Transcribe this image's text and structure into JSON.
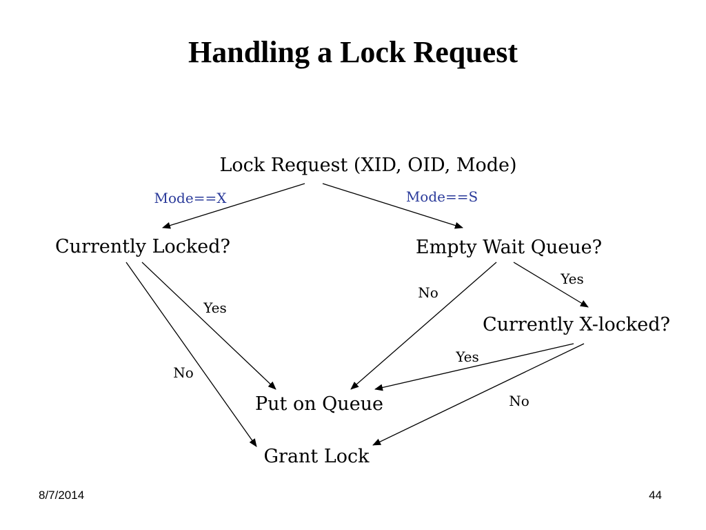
{
  "slide": {
    "title": "Handling a Lock Request",
    "footer_date": "8/7/2014",
    "page_number": "44"
  },
  "diagram": {
    "nodes": {
      "lock_request": "Lock Request (XID, OID, Mode)",
      "currently_locked": "Currently Locked?",
      "empty_wait_queue": "Empty Wait Queue?",
      "currently_x_locked": "Currently X-locked?",
      "put_on_queue": "Put on Queue",
      "grant_lock": "Grant Lock"
    },
    "edge_labels": {
      "mode_x": "Mode==X",
      "mode_s": "Mode==S",
      "locked_yes": "Yes",
      "locked_no": "No",
      "queue_no": "No",
      "queue_yes": "Yes",
      "xlocked_yes": "Yes",
      "xlocked_no": "No"
    },
    "colors": {
      "mode_labels": "#2a3a9a",
      "text": "#000000",
      "arrows": "#000000"
    }
  }
}
